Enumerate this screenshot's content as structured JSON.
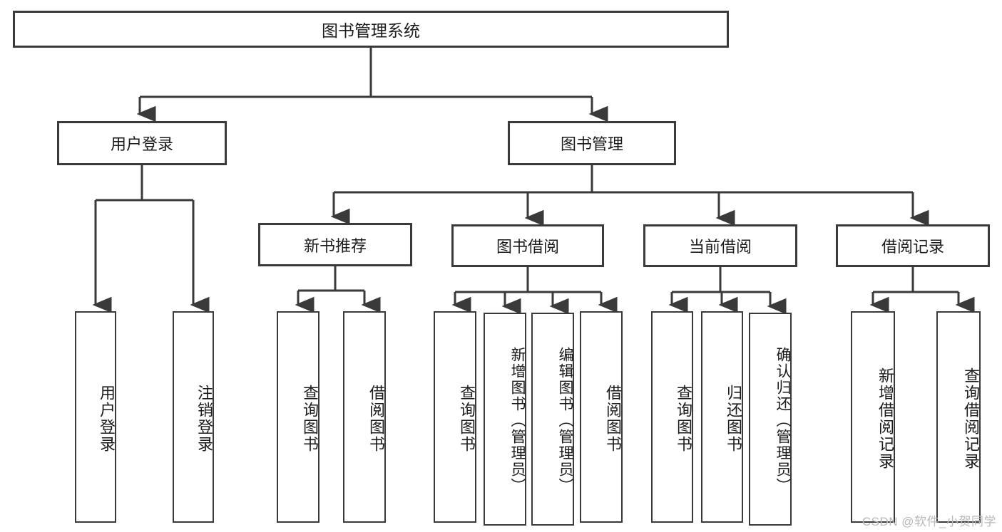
{
  "diagram": {
    "type": "hierarchy-tree",
    "title": "图书管理系统",
    "watermark": "CSDN @软件_小贺同学",
    "colors": {
      "box_border": "#3a3a3a",
      "box_fill": "#ffffff",
      "connector": "#3a3a3a",
      "text": "#1b1b1b",
      "watermark": "#b9b9b9"
    },
    "root": {
      "label": "图书管理系统"
    },
    "level2": [
      {
        "label": "用户登录"
      },
      {
        "label": "图书管理"
      }
    ],
    "level3": [
      {
        "label": "新书推荐"
      },
      {
        "label": "图书借阅"
      },
      {
        "label": "当前借阅"
      },
      {
        "label": "借阅记录"
      }
    ],
    "leaves": {
      "user_login": [
        {
          "label": "用户登录"
        },
        {
          "label": "注销登录"
        }
      ],
      "new_book_recommend": [
        {
          "label": "查询图书"
        },
        {
          "label": "借阅图书"
        }
      ],
      "book_borrow": [
        {
          "label": "查询图书"
        },
        {
          "label": "新增图书（管理员）"
        },
        {
          "label": "编辑图书（管理员）"
        },
        {
          "label": "借阅图书"
        }
      ],
      "current_borrow": [
        {
          "label": "查询图书"
        },
        {
          "label": "归还图书"
        },
        {
          "label": "确认归还（管理员）"
        }
      ],
      "borrow_record": [
        {
          "label": "新增借阅记录"
        },
        {
          "label": "查询借阅记录"
        }
      ]
    }
  }
}
